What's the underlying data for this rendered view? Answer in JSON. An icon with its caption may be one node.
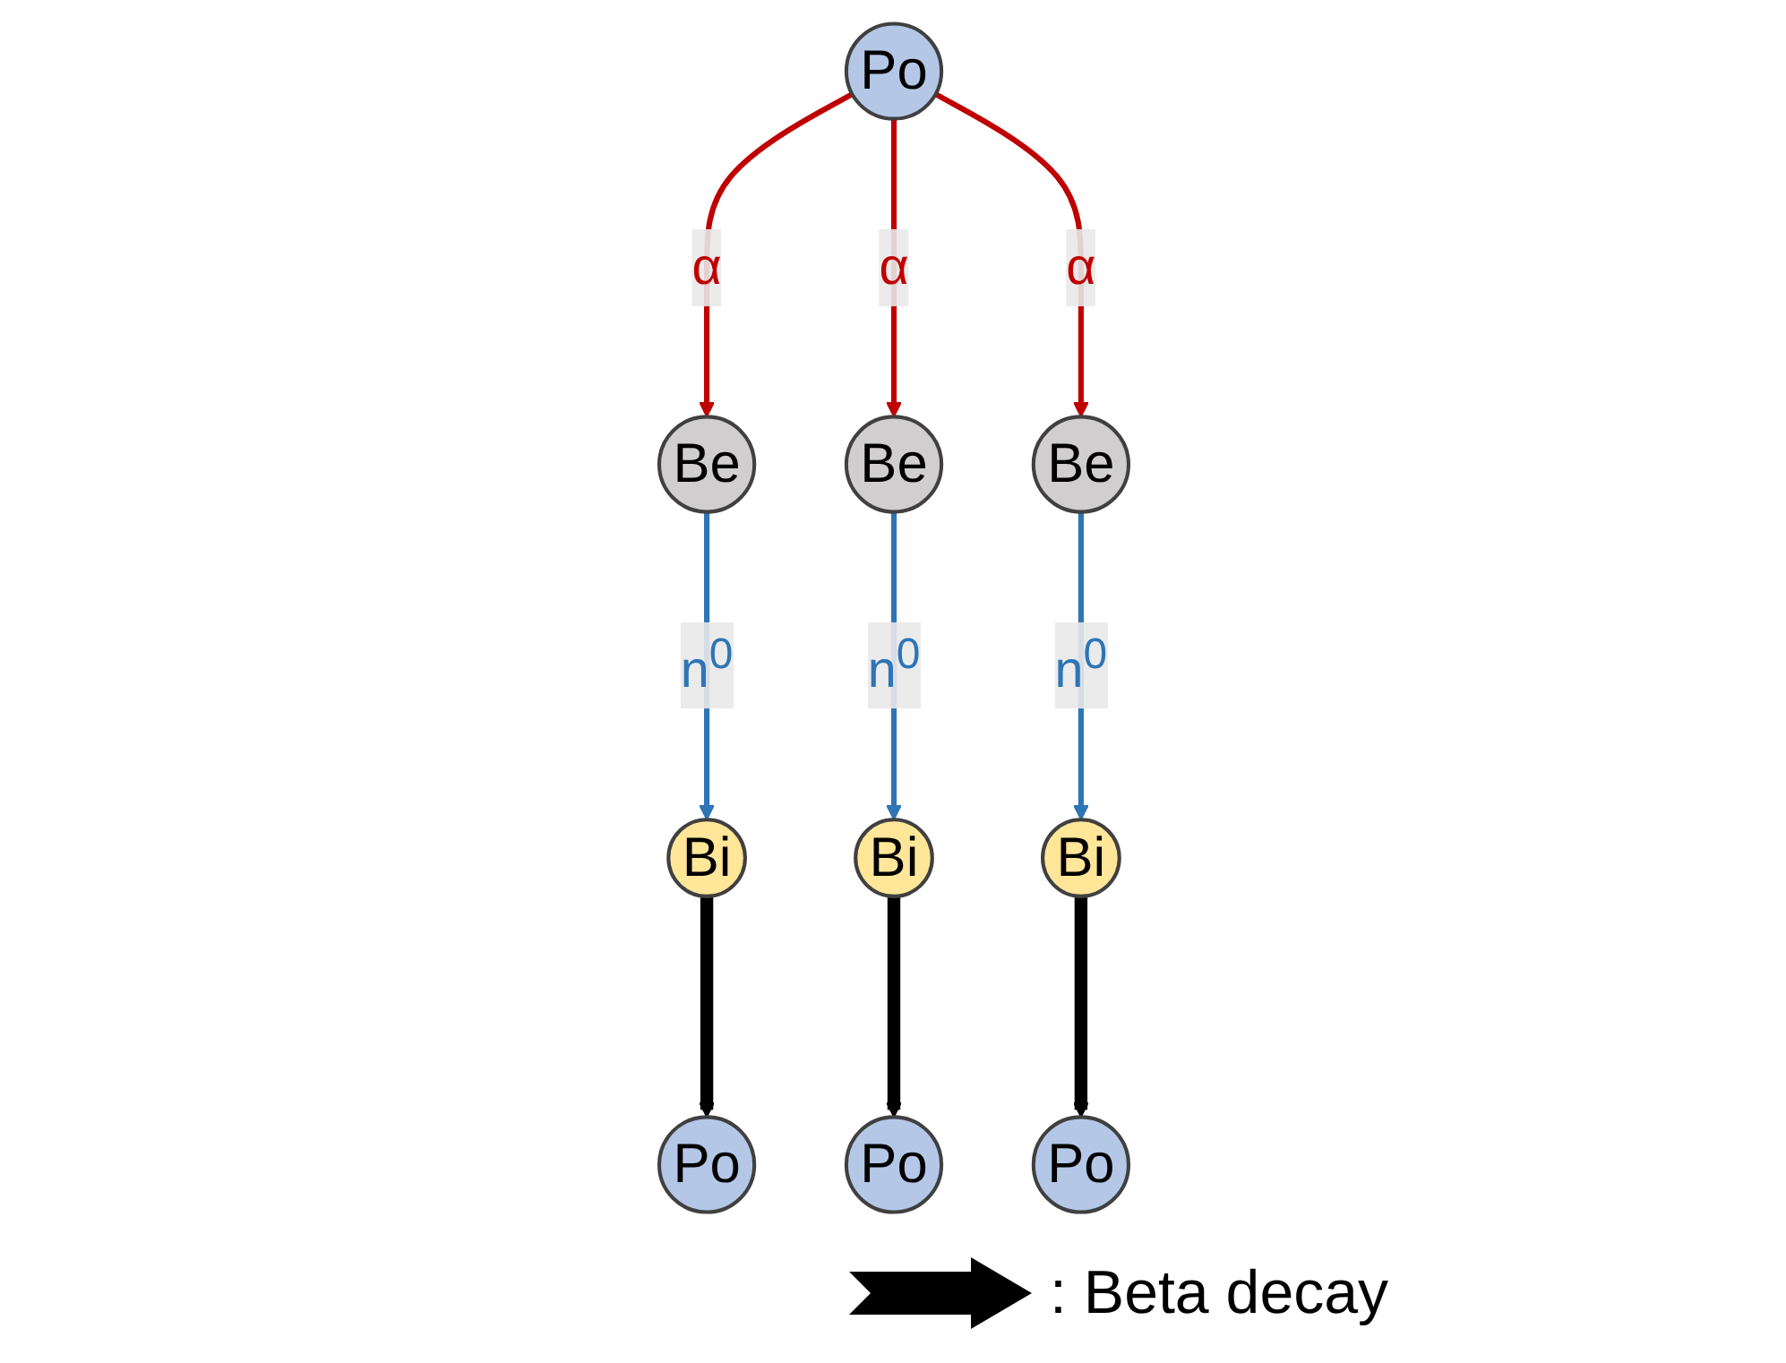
{
  "diagram": {
    "nodes": [
      {
        "text": [
          "Bi"
        ]
      },
      {
        "text": [
          "Po"
        ]
      },
      {
        "text": [
          "Be"
        ]
      },
      {
        "text": [
          "Be"
        ]
      },
      {
        "text": [
          "Po"
        ]
      },
      {
        "text": [
          "Po"
        ]
      },
      {
        "text": [
          "Bi"
        ]
      },
      {
        "text": [
          "Be"
        ]
      },
      {
        "text": [
          "Bi"
        ]
      },
      {
        "text": [
          "Po"
        ]
      }
    ],
    "edges": [
      {
        "from": 0,
        "to": 1,
        "arrow": "to",
        "style": "thick",
        "color": "#000000"
      },
      {
        "from": 3,
        "to": 0,
        "arrow": "to",
        "label": "n$^{0}$",
        "color": "#2e75b6"
      },
      {
        "from": 4,
        "to": 2,
        "arrow": "to",
        "label": "α",
        "color": "#c00000"
      },
      {
        "from": 4,
        "to": 3,
        "arrow": "to",
        "label": "α",
        "color": "#c00000"
      },
      {
        "from": 4,
        "to": 7,
        "arrow": "to",
        "label": "α",
        "color": "#c00000"
      },
      {
        "from": 2,
        "to": 6,
        "arrow": "to",
        "label": "n$^{0}$",
        "color": "#2e75b6"
      },
      {
        "from": 7,
        "to": 8,
        "arrow": "to",
        "label": "n$^{0}$",
        "color": "#2e75b6"
      },
      {
        "from": 6,
        "to": 9,
        "arrow": "to",
        "style": "thick",
        "color": "#000000"
      },
      {
        "from": 8,
        "to": 5,
        "arrow": "to",
        "style": "thick",
        "color": "#000000"
      }
    ],
    "legend": [
      {
        "text": ": Beta decay"
      }
    ]
  }
}
